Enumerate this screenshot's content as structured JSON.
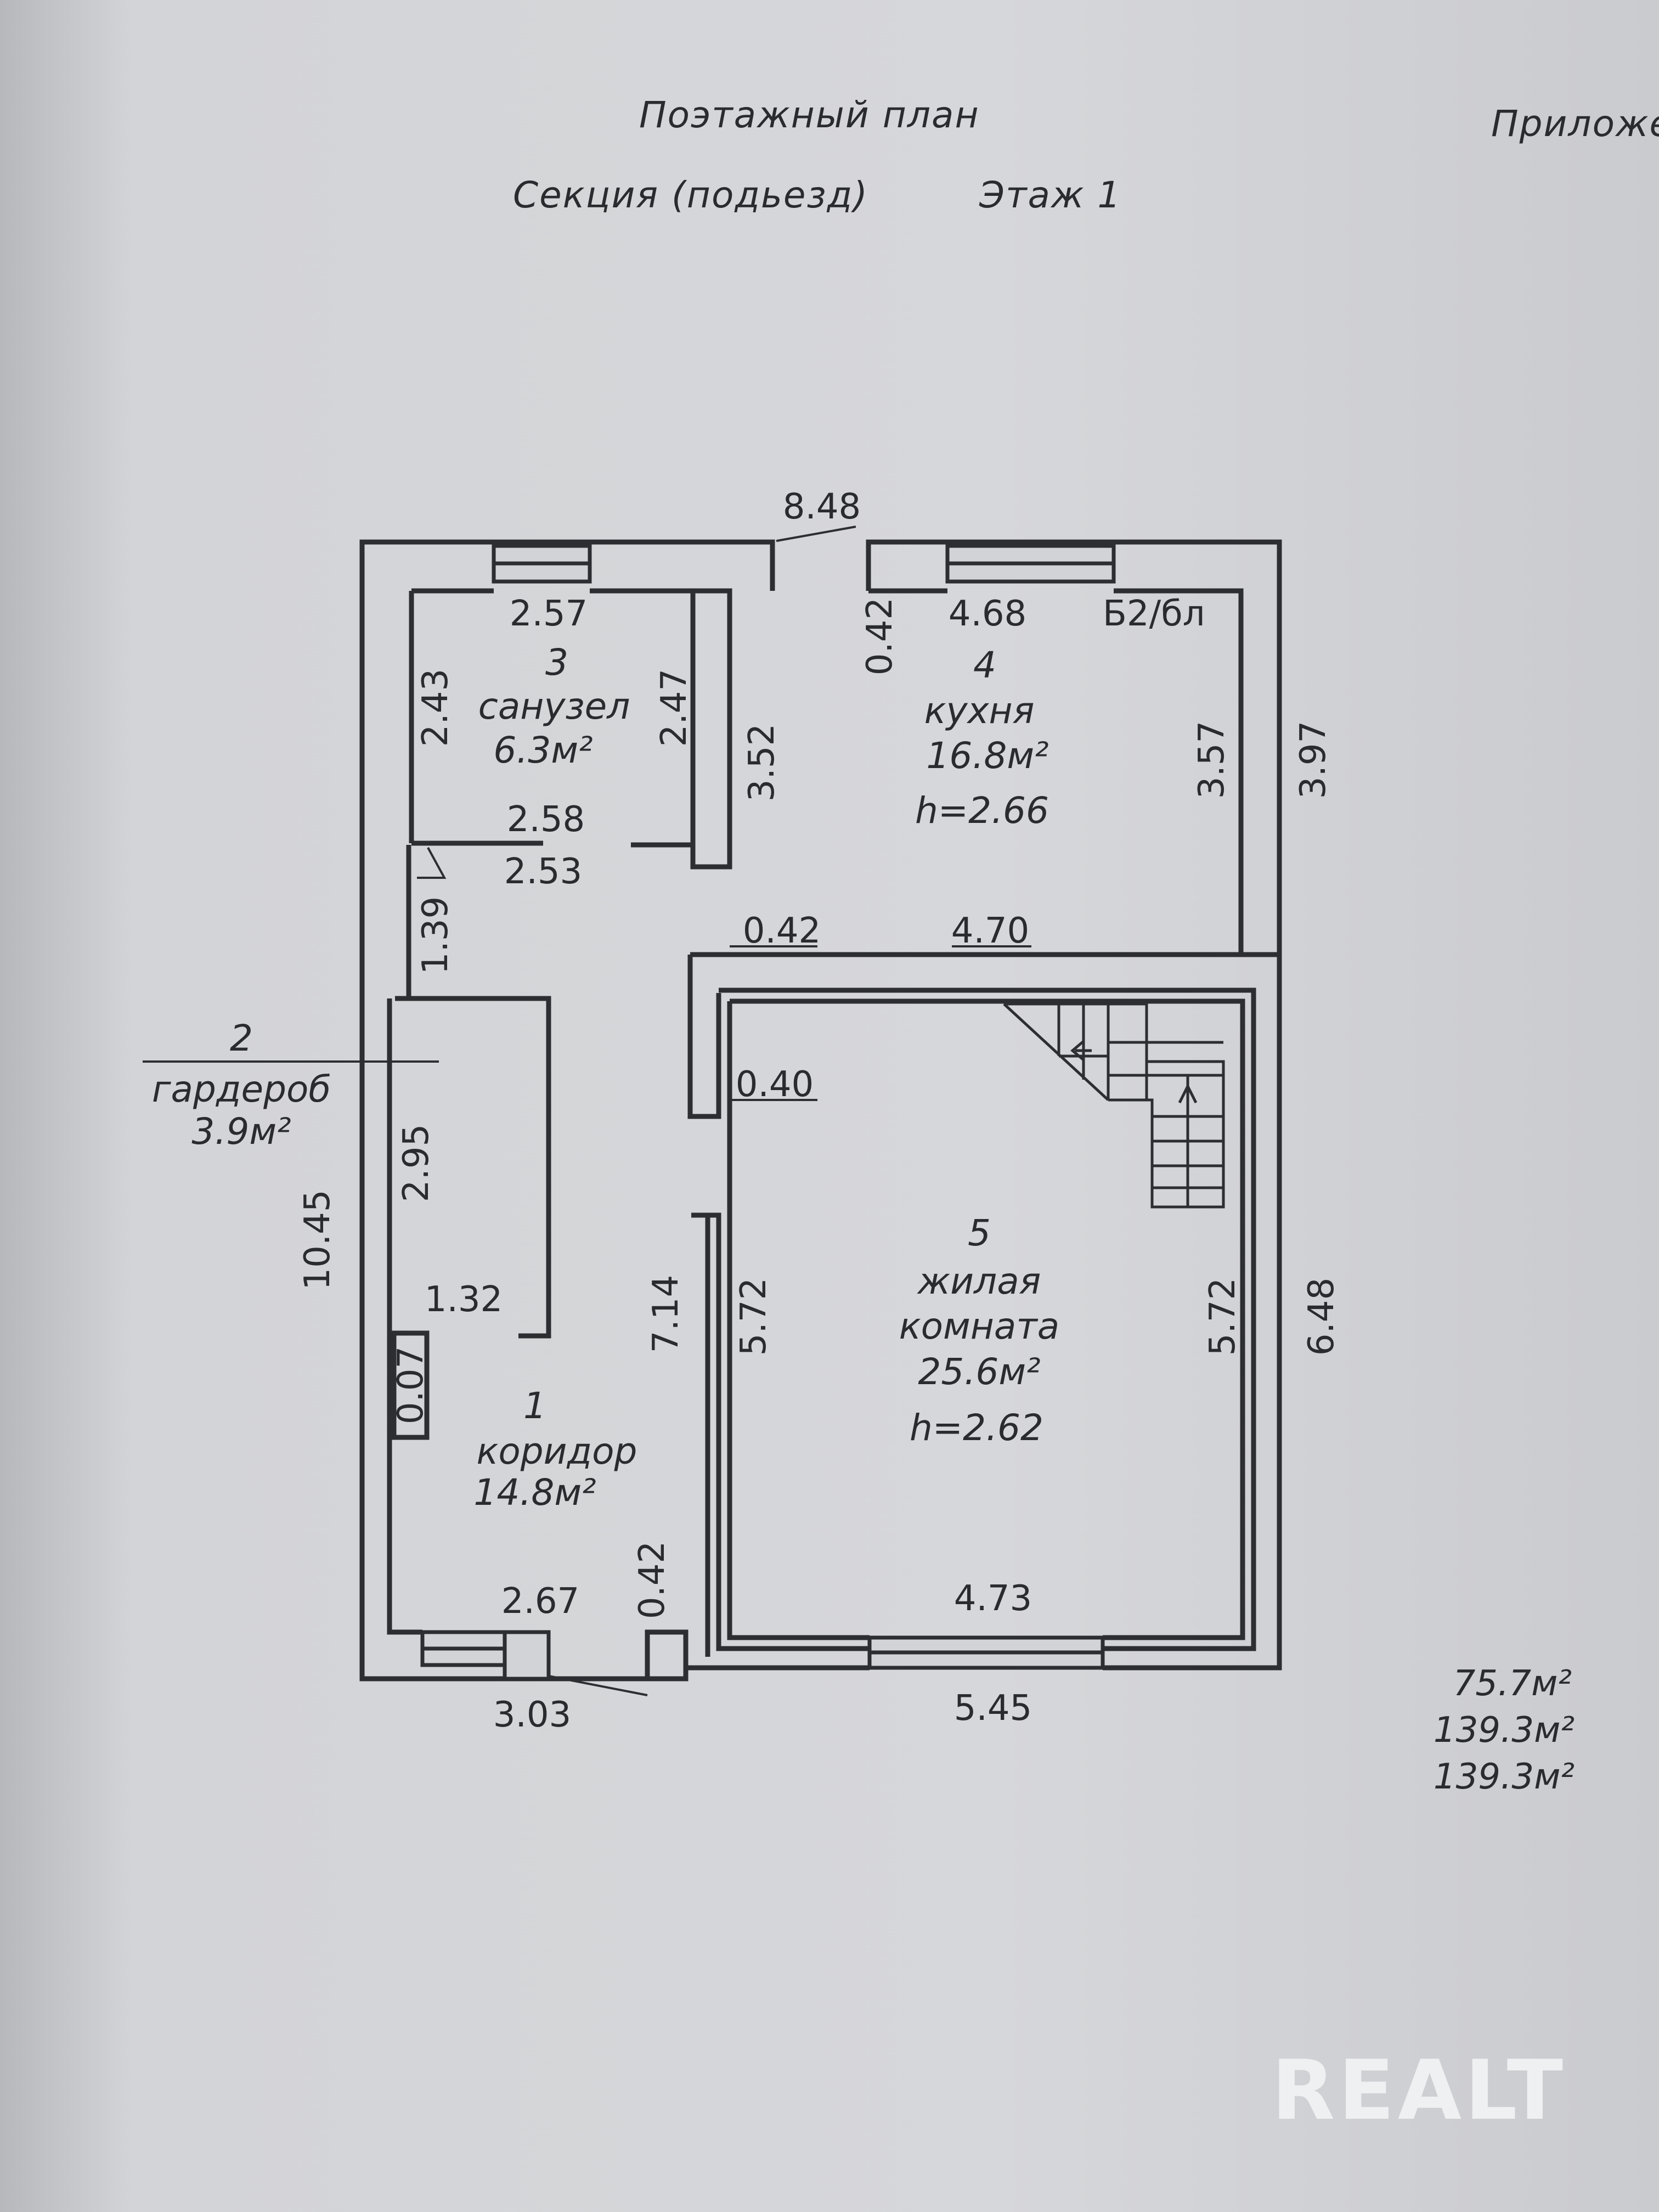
{
  "header": {
    "title": "Поэтажный план",
    "appendix": "Приложе",
    "section": "Секция (подьезд)",
    "floor": "Этаж 1"
  },
  "rooms": [
    {
      "num": "1",
      "name": "коридор",
      "area": "14.8м²"
    },
    {
      "num": "2",
      "name": "гардероб",
      "area": "3.9м²"
    },
    {
      "num": "3",
      "name": "санузел",
      "area": "6.3м²"
    },
    {
      "num": "4",
      "name": "кухня",
      "area": "16.8м²",
      "height": "h=2.66",
      "note": "Б2/бл"
    },
    {
      "num": "5",
      "name_line1": "жилая",
      "name_line2": "комната",
      "area": "25.6м²",
      "height": "h=2.62"
    }
  ],
  "dimensions": {
    "overall_top": "8.48",
    "overall_left": "10.45",
    "right_upper": "3.97",
    "right_lower": "6.48",
    "bottom_left": "3.03",
    "bottom_right": "5.45",
    "bath_top": "2.57",
    "bath_left": "2.43",
    "bath_right": "2.47",
    "bath_bottom": "2.58",
    "below_bath": "2.53",
    "wardrobe_height": "1.39",
    "partition": "3.52",
    "kitchen_wall": "0.42",
    "kitchen_top": "4.68",
    "kitchen_right": "3.57",
    "mid_wall_thk": "0.42",
    "kitchen_bottom": "4.70",
    "wall_040": "0.40",
    "corr_295": "2.95",
    "corr_132": "1.32",
    "corr_007": "0.07",
    "corr_714": "7.14",
    "living_left": "5.72",
    "living_right": "5.72",
    "bottom_wall": "0.42",
    "corr_bottom": "2.67",
    "living_bottom": "4.73"
  },
  "totals": [
    "75.7м²",
    "139.3м²",
    "139.3м²"
  ],
  "watermark": "REALT"
}
